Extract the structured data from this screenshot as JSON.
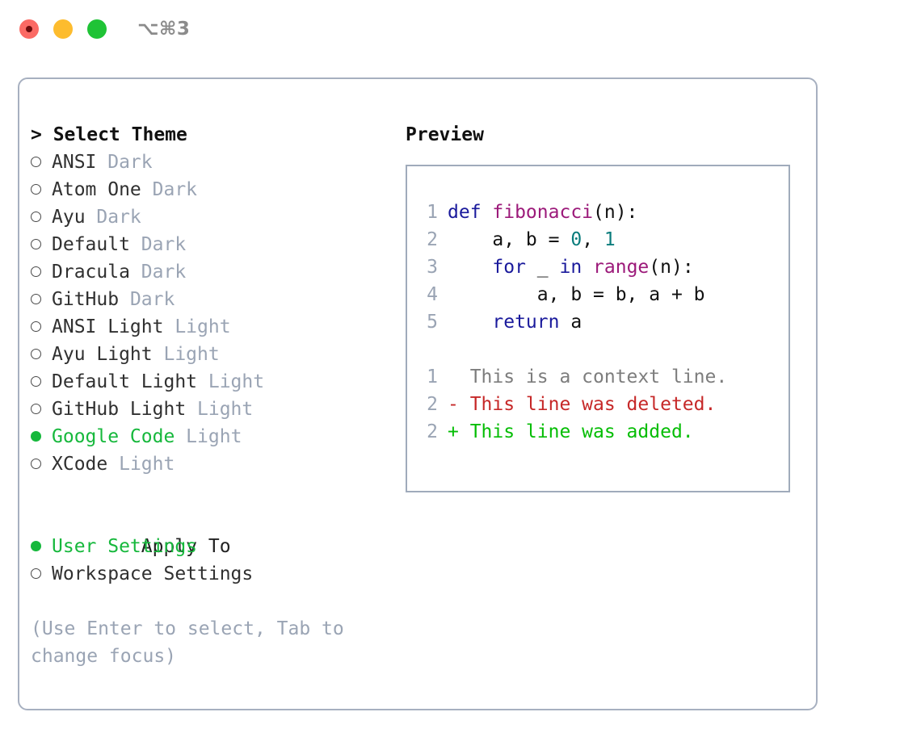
{
  "titlebar": {
    "shortcut": "⌥⌘3",
    "buttons": [
      {
        "name": "close",
        "color": "#fb6a64"
      },
      {
        "name": "minimize",
        "color": "#fdbc2e"
      },
      {
        "name": "maximize",
        "color": "#1fc336"
      }
    ]
  },
  "theme_list": {
    "header": "> Select Theme",
    "items": [
      {
        "name": "ANSI",
        "variant": "Dark",
        "selected": false
      },
      {
        "name": "Atom One",
        "variant": "Dark",
        "selected": false
      },
      {
        "name": "Ayu",
        "variant": "Dark",
        "selected": false
      },
      {
        "name": "Default",
        "variant": "Dark",
        "selected": false
      },
      {
        "name": "Dracula",
        "variant": "Dark",
        "selected": false
      },
      {
        "name": "GitHub",
        "variant": "Dark",
        "selected": false
      },
      {
        "name": "ANSI Light",
        "variant": "Light",
        "selected": false
      },
      {
        "name": "Ayu Light",
        "variant": "Light",
        "selected": false
      },
      {
        "name": "Default Light",
        "variant": "Light",
        "selected": false
      },
      {
        "name": "GitHub Light",
        "variant": "Light",
        "selected": false
      },
      {
        "name": "Google Code",
        "variant": "Light",
        "selected": true
      },
      {
        "name": "XCode",
        "variant": "Light",
        "selected": false
      }
    ]
  },
  "apply_to": {
    "header": "Apply To",
    "options": [
      {
        "label": "User Settings",
        "selected": true
      },
      {
        "label": "Workspace Settings",
        "selected": false
      }
    ]
  },
  "hint": "(Use Enter to select, Tab to change focus)",
  "preview": {
    "title": "Preview",
    "code_lines": [
      {
        "no": "1",
        "tokens": [
          {
            "t": "def ",
            "c": "kw"
          },
          {
            "t": "fibonacci",
            "c": "fn"
          },
          {
            "t": "(n):",
            "c": "plain"
          }
        ]
      },
      {
        "no": "2",
        "tokens": [
          {
            "t": "    a, b = ",
            "c": "plain"
          },
          {
            "t": "0",
            "c": "num"
          },
          {
            "t": ", ",
            "c": "plain"
          },
          {
            "t": "1",
            "c": "num"
          }
        ]
      },
      {
        "no": "3",
        "tokens": [
          {
            "t": "    ",
            "c": "plain"
          },
          {
            "t": "for",
            "c": "kw"
          },
          {
            "t": " _ ",
            "c": "plain"
          },
          {
            "t": "in",
            "c": "kw"
          },
          {
            "t": " ",
            "c": "plain"
          },
          {
            "t": "range",
            "c": "fn"
          },
          {
            "t": "(n):",
            "c": "plain"
          }
        ]
      },
      {
        "no": "4",
        "tokens": [
          {
            "t": "        a, b = b, a + b",
            "c": "plain"
          }
        ]
      },
      {
        "no": "5",
        "tokens": [
          {
            "t": "    ",
            "c": "plain"
          },
          {
            "t": "return",
            "c": "kw"
          },
          {
            "t": " a",
            "c": "plain"
          }
        ]
      }
    ],
    "diff_lines": [
      {
        "no": "1",
        "sign": " ",
        "text": " This is a context line.",
        "kind": "ctx"
      },
      {
        "no": "2",
        "sign": "-",
        "text": " This line was deleted.",
        "kind": "del"
      },
      {
        "no": "2",
        "sign": "+",
        "text": " This line was added.",
        "kind": "add"
      }
    ]
  },
  "colors": {
    "accent_green": "#16b83c",
    "muted": "#9aa4b4",
    "keyword": "#1a1a9c",
    "function": "#9c1a7a",
    "number": "#0a7c7c",
    "diff_delete": "#c62828",
    "diff_add": "#05bd05",
    "border": "#a7b0c0"
  }
}
